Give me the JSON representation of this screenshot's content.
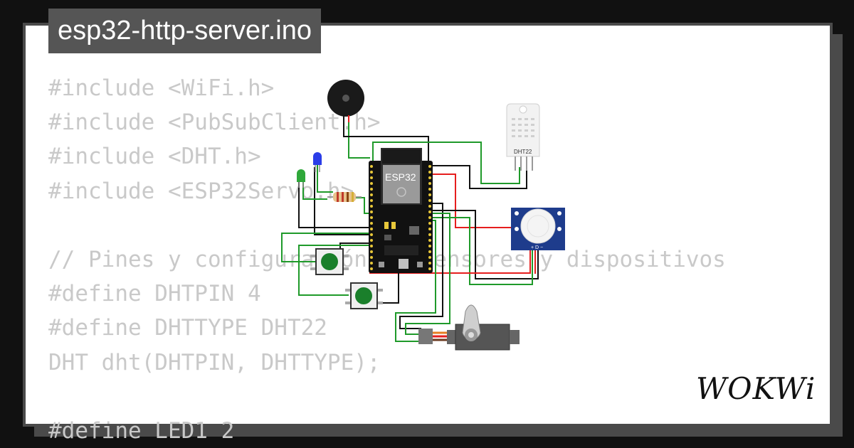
{
  "title": "esp32-http-server.ino",
  "code_lines": [
    "#include <WiFi.h>",
    "#include <PubSubClient.h>",
    "#include <DHT.h>",
    "#include <ESP32Servo.h>",
    "",
    "// Pines y configuración de sensores y dispositivos",
    "#define DHTPIN 4",
    "#define DHTTYPE DHT22",
    "DHT dht(DHTPIN, DHTTYPE);",
    "",
    "#define LED1 2"
  ],
  "components": {
    "mcu_label": "ESP32",
    "dht_label": "DHT22",
    "pir_label": "+ D −"
  },
  "logo": "WOKWi",
  "colors": {
    "background": "#111111",
    "card": "#ffffff",
    "frame": "#4a4a4a",
    "code_text": "#c9c9c9",
    "wire_green": "#1f9a2a",
    "wire_red": "#e61e1e",
    "button_green": "#1a7f2b"
  }
}
